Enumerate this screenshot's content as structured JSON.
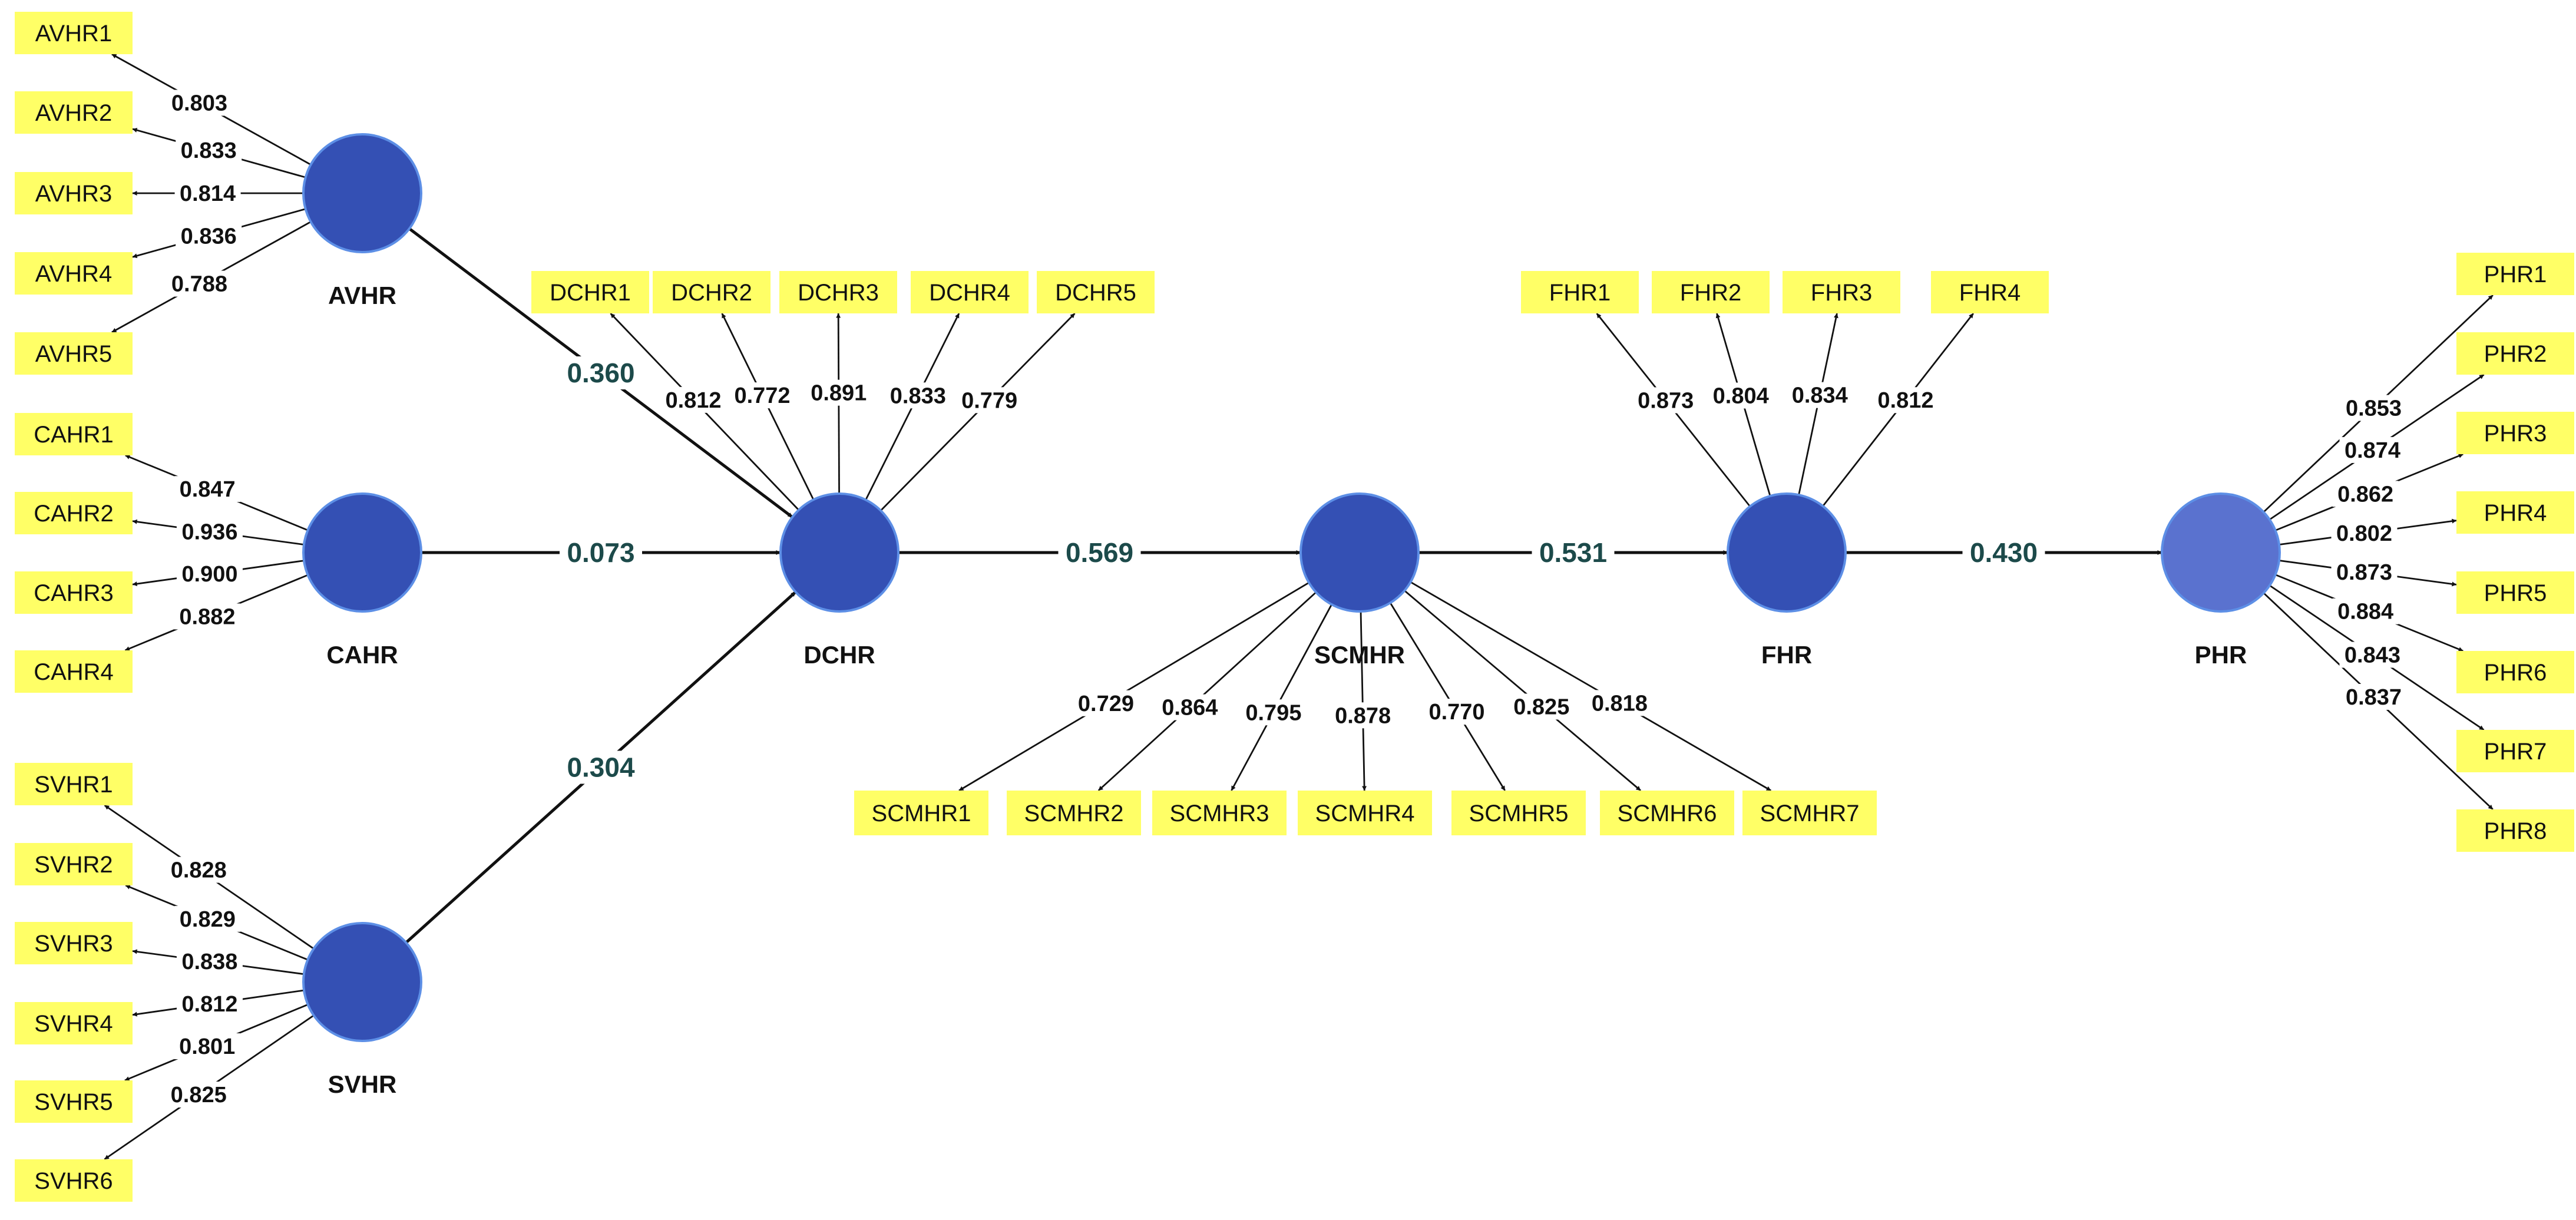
{
  "constructs": [
    {
      "id": "avhr",
      "label": "AVHR",
      "color": "#3450b4"
    },
    {
      "id": "cahr",
      "label": "CAHR",
      "color": "#3450b4"
    },
    {
      "id": "svhr",
      "label": "SVHR",
      "color": "#3450b4"
    },
    {
      "id": "dchr",
      "label": "DCHR",
      "color": "#3450b4"
    },
    {
      "id": "scmhr",
      "label": "SCMHR",
      "color": "#3450b4"
    },
    {
      "id": "fhr",
      "label": "FHR",
      "color": "#3450b4"
    },
    {
      "id": "phr",
      "label": "PHR",
      "color": "#5a72cf"
    }
  ],
  "paths": [
    {
      "from": "avhr",
      "to": "dchr",
      "coefficient": "0.360"
    },
    {
      "from": "cahr",
      "to": "dchr",
      "coefficient": "0.073"
    },
    {
      "from": "svhr",
      "to": "dchr",
      "coefficient": "0.304"
    },
    {
      "from": "dchr",
      "to": "scmhr",
      "coefficient": "0.569"
    },
    {
      "from": "scmhr",
      "to": "fhr",
      "coefficient": "0.531"
    },
    {
      "from": "fhr",
      "to": "phr",
      "coefficient": "0.430"
    }
  ],
  "indicators": {
    "avhr": [
      {
        "label": "AVHR1",
        "loading": "0.803"
      },
      {
        "label": "AVHR2",
        "loading": "0.833"
      },
      {
        "label": "AVHR3",
        "loading": "0.814"
      },
      {
        "label": "AVHR4",
        "loading": "0.836"
      },
      {
        "label": "AVHR5",
        "loading": "0.788"
      }
    ],
    "cahr": [
      {
        "label": "CAHR1",
        "loading": "0.847"
      },
      {
        "label": "CAHR2",
        "loading": "0.936"
      },
      {
        "label": "CAHR3",
        "loading": "0.900"
      },
      {
        "label": "CAHR4",
        "loading": "0.882"
      }
    ],
    "svhr": [
      {
        "label": "SVHR1",
        "loading": "0.828"
      },
      {
        "label": "SVHR2",
        "loading": "0.829"
      },
      {
        "label": "SVHR3",
        "loading": "0.838"
      },
      {
        "label": "SVHR4",
        "loading": "0.812"
      },
      {
        "label": "SVHR5",
        "loading": "0.801"
      },
      {
        "label": "SVHR6",
        "loading": "0.825"
      }
    ],
    "dchr": [
      {
        "label": "DCHR1",
        "loading": "0.812"
      },
      {
        "label": "DCHR2",
        "loading": "0.772"
      },
      {
        "label": "DCHR3",
        "loading": "0.891"
      },
      {
        "label": "DCHR4",
        "loading": "0.833"
      },
      {
        "label": "DCHR5",
        "loading": "0.779"
      }
    ],
    "scmhr": [
      {
        "label": "SCMHR1",
        "loading": "0.729"
      },
      {
        "label": "SCMHR2",
        "loading": "0.864"
      },
      {
        "label": "SCMHR3",
        "loading": "0.795"
      },
      {
        "label": "SCMHR4",
        "loading": "0.878"
      },
      {
        "label": "SCMHR5",
        "loading": "0.770"
      },
      {
        "label": "SCMHR6",
        "loading": "0.825"
      },
      {
        "label": "SCMHR7",
        "loading": "0.818"
      }
    ],
    "fhr": [
      {
        "label": "FHR1",
        "loading": "0.873"
      },
      {
        "label": "FHR2",
        "loading": "0.804"
      },
      {
        "label": "FHR3",
        "loading": "0.834"
      },
      {
        "label": "FHR4",
        "loading": "0.812"
      }
    ],
    "phr": [
      {
        "label": "PHR1",
        "loading": "0.853"
      },
      {
        "label": "PHR2",
        "loading": "0.874"
      },
      {
        "label": "PHR3",
        "loading": "0.862"
      },
      {
        "label": "PHR4",
        "loading": "0.802"
      },
      {
        "label": "PHR5",
        "loading": "0.873"
      },
      {
        "label": "PHR6",
        "loading": "0.884"
      },
      {
        "label": "PHR7",
        "loading": "0.843"
      },
      {
        "label": "PHR8",
        "loading": "0.837"
      }
    ]
  },
  "colors": {
    "indicator_fill": "#ffff66",
    "edge": "#111111",
    "path_label": "#1c4a4a"
  }
}
